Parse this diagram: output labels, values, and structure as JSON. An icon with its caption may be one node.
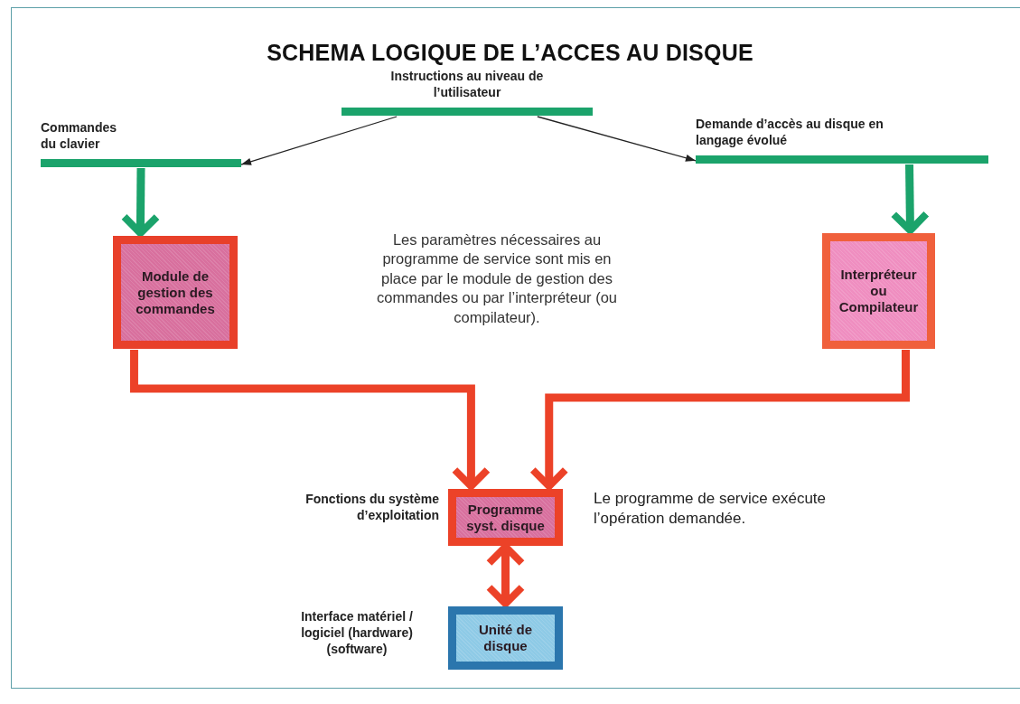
{
  "diagram": {
    "title": "SCHEMA LOGIQUE DE L’ACCES AU DISQUE",
    "nodes": [
      {
        "text": [
          "Instructions au niveau de l’utilisateur"
        ]
      },
      {
        "text": [
          "Commandes du clavier"
        ]
      },
      {
        "text": [
          "Demande d’accès au disque en langage évolué"
        ]
      },
      {
        "text": [
          "Module de gestion des commandes"
        ]
      },
      {
        "text": [
          "Interpréteur ou Compilateur"
        ]
      },
      {
        "text": [
          "Programme syst. disque"
        ],
        "beside": [
          "Fonctions du système d’exploitation",
          "Le programme de service exécute l’opération demandée."
        ]
      },
      {
        "text": [
          "Unité de disque"
        ],
        "beside": [
          "Interface matériel / logiciel (hardware) (software)"
        ]
      }
    ],
    "edges": [
      {
        "from": 0,
        "to": 1,
        "arrow": "to",
        "color": "#222222"
      },
      {
        "from": 0,
        "to": 2,
        "arrow": "to",
        "color": "#222222"
      },
      {
        "from": 1,
        "to": 3,
        "arrow": "to",
        "color": "#1ba36b"
      },
      {
        "from": 2,
        "to": 4,
        "arrow": "to",
        "color": "#1ba36b"
      },
      {
        "from": 3,
        "to": 5,
        "arrow": "to",
        "color": "#ec4228"
      },
      {
        "from": 4,
        "to": 5,
        "arrow": "to",
        "color": "#ec4228"
      },
      {
        "from": 5,
        "to": 6,
        "arrow": "both",
        "color": "#ec4228"
      }
    ],
    "labels": [
      "Les paramètres nécessaires au programme de service sont mis en place par le module de gestion des commandes ou par l’interpréteur (ou compilateur)."
    ]
  }
}
